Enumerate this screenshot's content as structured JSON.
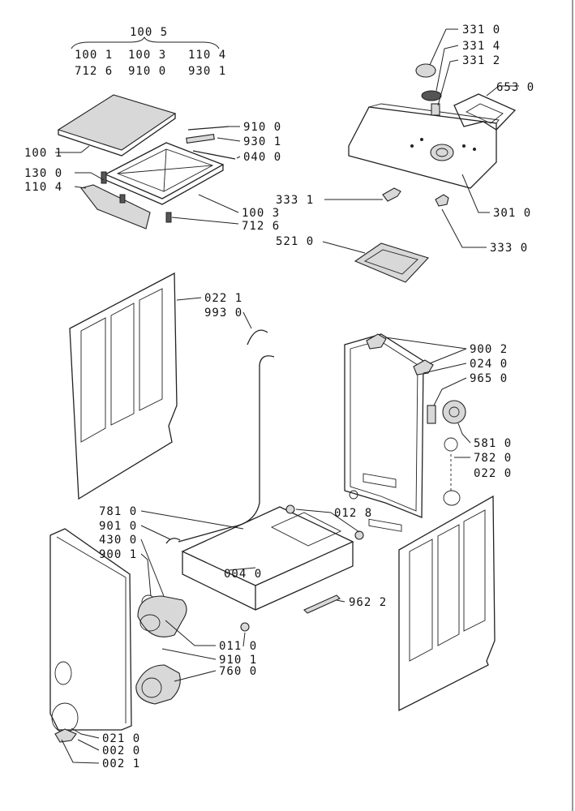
{
  "header": {
    "group": "100 5",
    "row1": [
      "100 1",
      "100 3",
      "110 4"
    ],
    "row2": [
      "712 6",
      "910 0",
      "930 1"
    ]
  },
  "callouts": [
    "100 1",
    "130 0",
    "110 4",
    "910 0",
    "930 1",
    "040 0",
    "100 3",
    "712 6",
    "331 0",
    "331 4",
    "331 2",
    "653 0",
    "301 0",
    "333 1",
    "333 0",
    "521 0",
    "022 1",
    "993 0",
    "900 2",
    "024 0",
    "965 0",
    "581 0",
    "782 0",
    "022 0",
    "781 0",
    "901 0",
    "430 0",
    "900 1",
    "012 8",
    "004 0",
    "962 2",
    "011 0",
    "910 1",
    "760 0",
    "021 0",
    "002 0",
    "002 1"
  ]
}
